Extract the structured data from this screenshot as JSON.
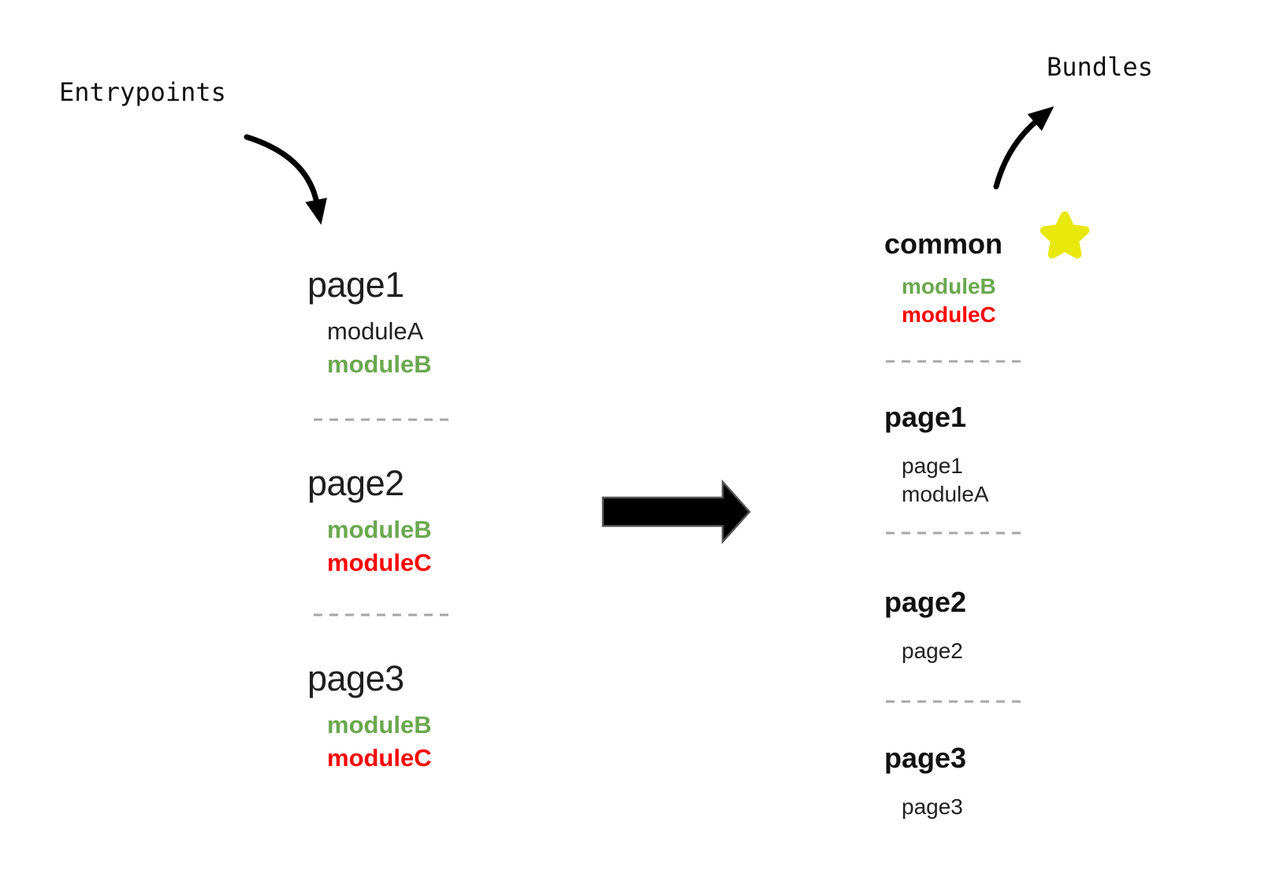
{
  "labels": {
    "entrypoints": "Entrypoints",
    "bundles": "Bundles"
  },
  "colors": {
    "green": "#6aa84f",
    "red": "#fe0000",
    "black": "#212121",
    "heading": "#1f1f1f",
    "star_yellow": "#e8e80d",
    "divider": "#a6a6a6",
    "arrow": "#000000"
  },
  "icons": {
    "star": "★",
    "flow": "→"
  },
  "entrypoints": [
    {
      "name": "page1",
      "modules": [
        {
          "label": "moduleA",
          "color": "black"
        },
        {
          "label": "moduleB",
          "color": "green"
        }
      ]
    },
    {
      "name": "page2",
      "modules": [
        {
          "label": "moduleB",
          "color": "green"
        },
        {
          "label": "moduleC",
          "color": "red"
        }
      ]
    },
    {
      "name": "page3",
      "modules": [
        {
          "label": "moduleB",
          "color": "green"
        },
        {
          "label": "moduleC",
          "color": "red"
        }
      ]
    }
  ],
  "bundles": [
    {
      "name": "common",
      "starred": true,
      "modules": [
        {
          "label": "moduleB",
          "color": "green"
        },
        {
          "label": "moduleC",
          "color": "red"
        }
      ]
    },
    {
      "name": "page1",
      "starred": false,
      "modules": [
        {
          "label": "page1",
          "color": "black"
        },
        {
          "label": "moduleA",
          "color": "black"
        }
      ]
    },
    {
      "name": "page2",
      "starred": false,
      "modules": [
        {
          "label": "page2",
          "color": "black"
        }
      ]
    },
    {
      "name": "page3",
      "starred": false,
      "modules": [
        {
          "label": "page3",
          "color": "black"
        }
      ]
    }
  ]
}
